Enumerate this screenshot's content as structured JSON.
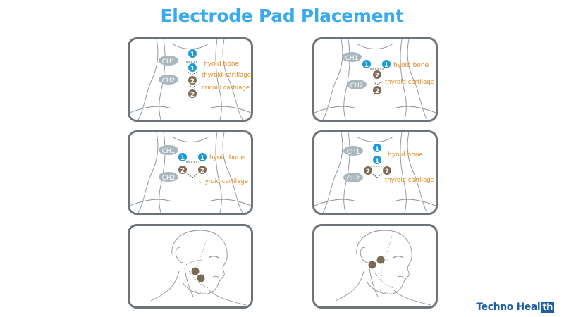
{
  "title": "Electrode Pad Placement",
  "colors": {
    "title": "#3aa9ef",
    "ch1_pad": "#1a9ad9",
    "ch2_pad": "#7d6a55",
    "label": "#e58a1f",
    "panel_border": "#6c7479",
    "channel_badge": "#a9b6bd",
    "logo": "#1f5fa8"
  },
  "panels": [
    {
      "id": "neck-vertical",
      "channels": [
        "CH1",
        "CH2"
      ],
      "pads": [
        "1",
        "1",
        "2",
        "2"
      ],
      "labels": [
        "hyoid bone",
        "thyroid cartilage",
        "cricoid cartilage"
      ]
    },
    {
      "id": "neck-ch1-horizontal-ch2-vertical",
      "channels": [
        "CH1",
        "CH2"
      ],
      "pads": [
        "1",
        "1",
        "2",
        "2"
      ],
      "labels": [
        "hyoid bone",
        "thyroid cartilage"
      ]
    },
    {
      "id": "neck-both-horizontal",
      "channels": [
        "CH1",
        "CH2"
      ],
      "pads": [
        "1",
        "1",
        "2",
        "2"
      ],
      "labels": [
        "hyoid bone",
        "thyroid cartilage"
      ]
    },
    {
      "id": "neck-ch1-vertical-ch2-horizontal",
      "channels": [
        "CH1",
        "CH2"
      ],
      "pads": [
        "1",
        "1",
        "2",
        "2"
      ],
      "labels": [
        "hyoid bone",
        "thyroid cartilage"
      ]
    },
    {
      "id": "face-lower-cheek",
      "pads_count": 2
    },
    {
      "id": "face-upper-cheek",
      "pads_count": 2
    }
  ],
  "logo": {
    "text": "Techno Heal",
    "suffix": "th"
  }
}
